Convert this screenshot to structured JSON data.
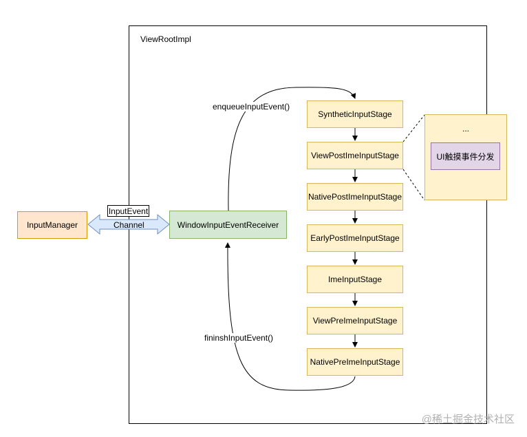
{
  "diagram": {
    "container_label": "ViewRootImpl",
    "input_manager": "InputManager",
    "channel_top_label": "InputEvent",
    "channel_bottom_label": "Channel",
    "receiver": "WindowInputEventReceiver",
    "stages": [
      "SyntheticInputStage",
      "ViewPostImeInputStage",
      "NativePostImeInputStage",
      "EarlyPostImeInputStage",
      "ImeInputStage",
      "ViewPreImeInputStage",
      "NativePreImeInputStage"
    ],
    "enqueue_label": "enqueueInputEvent()",
    "finish_label": "fininshInputEvent()",
    "detail_ellipsis": "...",
    "detail_item": "UI触摸事件分发"
  },
  "watermark": "@稀土掘金技术社区"
}
